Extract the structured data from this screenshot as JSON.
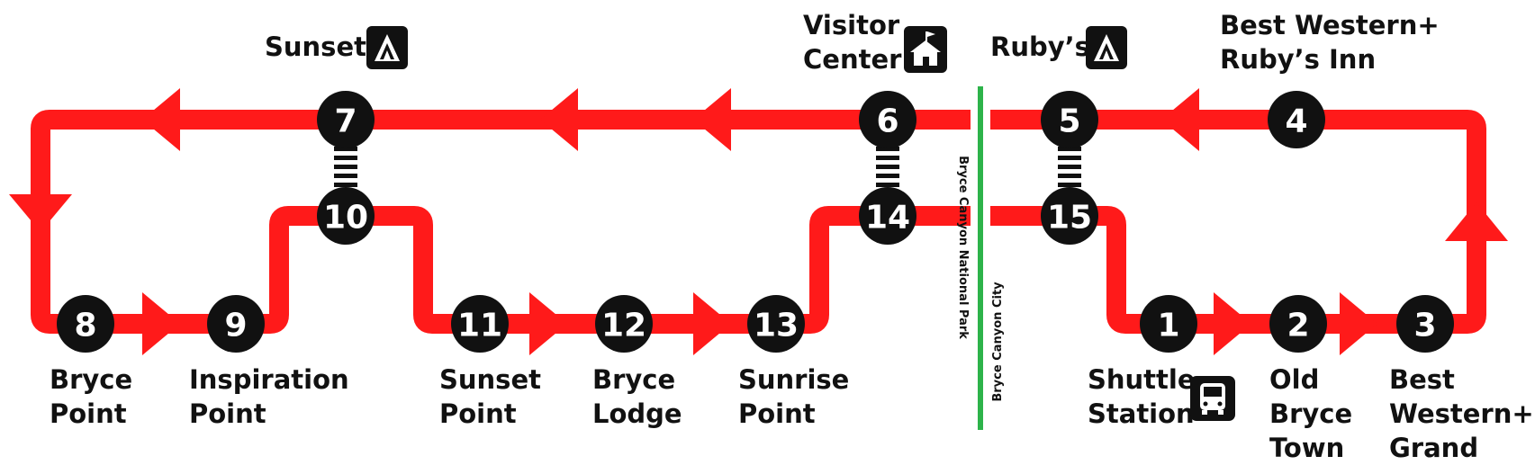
{
  "colors": {
    "route": "#ff1a1a",
    "stop": "#111111",
    "stop_number": "#ffffff",
    "boundary": "#2db34a",
    "text": "#111111"
  },
  "boundary": {
    "left_label": "Bryce Canyon National Park",
    "right_label": "Bryce Canyon City"
  },
  "stops": [
    {
      "number": "1",
      "label": [
        "Shuttle",
        "Station"
      ],
      "icon": "bus-icon"
    },
    {
      "number": "2",
      "label": [
        "Old",
        "Bryce",
        "Town"
      ]
    },
    {
      "number": "3",
      "label": [
        "Best",
        "Western+",
        "Grand"
      ]
    },
    {
      "number": "4",
      "label": [
        "Best Western+",
        "Ruby’s Inn"
      ]
    },
    {
      "number": "5",
      "label": [
        "Ruby’s"
      ],
      "icon": "campground-icon"
    },
    {
      "number": "6",
      "label": [
        "Visitor",
        "Center"
      ],
      "icon": "visitor-center-icon"
    },
    {
      "number": "7",
      "label": [
        "Sunset"
      ],
      "icon": "campground-icon"
    },
    {
      "number": "8",
      "label": [
        "Bryce",
        "Point"
      ]
    },
    {
      "number": "9",
      "label": [
        "Inspiration",
        "Point"
      ]
    },
    {
      "number": "10",
      "label": []
    },
    {
      "number": "11",
      "label": [
        "Sunset",
        "Point"
      ]
    },
    {
      "number": "12",
      "label": [
        "Bryce",
        "Lodge"
      ]
    },
    {
      "number": "13",
      "label": [
        "Sunrise",
        "Point"
      ]
    },
    {
      "number": "14",
      "label": []
    },
    {
      "number": "15",
      "label": []
    }
  ]
}
